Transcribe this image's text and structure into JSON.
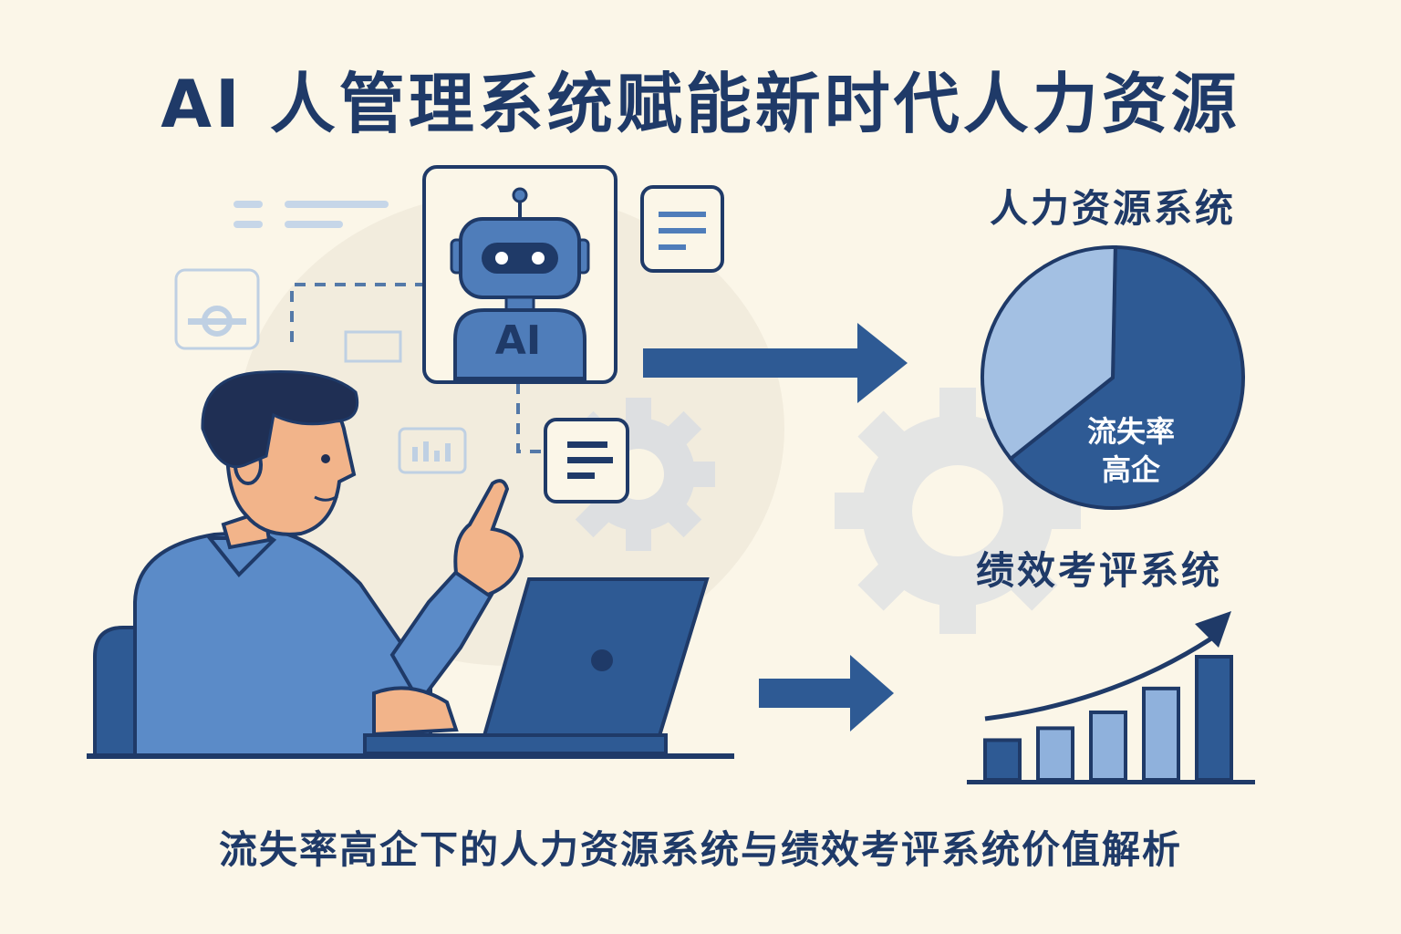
{
  "title": "AI 人管理系统赋能新时代人力资源",
  "robot": {
    "badge": "AI"
  },
  "hr_system": {
    "title": "人力资源系统",
    "pie_label_line1": "流失率",
    "pie_label_line2": "高企",
    "chart_data": {
      "type": "pie",
      "values": [
        64,
        36
      ],
      "colors": [
        "#2e5a94",
        "#a3c0e3"
      ]
    }
  },
  "performance_system": {
    "title": "绩效考评系统",
    "chart_data": {
      "type": "bar",
      "values": [
        1,
        1.3,
        1.7,
        2.3,
        3.1
      ],
      "colors": [
        "#2e5a94",
        "#8fb1dc",
        "#8fb1dc",
        "#8fb1dc",
        "#2e5a94"
      ]
    }
  },
  "footer": "流失率高企下的人力资源系统与绩效考评系统价值解析",
  "colors": {
    "background": "#fbf6e8",
    "navy": "#1f3a68",
    "mid_blue": "#2e5a94",
    "light_blue": "#a3c0e3"
  }
}
